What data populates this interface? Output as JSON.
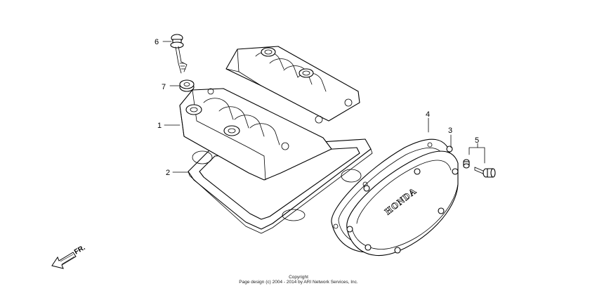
{
  "callouts": {
    "c1": "1",
    "c2": "2",
    "c3": "3",
    "c4": "4",
    "c5": "5",
    "c6": "6",
    "c7": "7"
  },
  "direction_label": "FR.",
  "cover_logo": "HONDA",
  "copyright": {
    "line1": "Copyright",
    "line2": "Page design (c) 2004 - 2014 by ARI Network Services, Inc."
  }
}
